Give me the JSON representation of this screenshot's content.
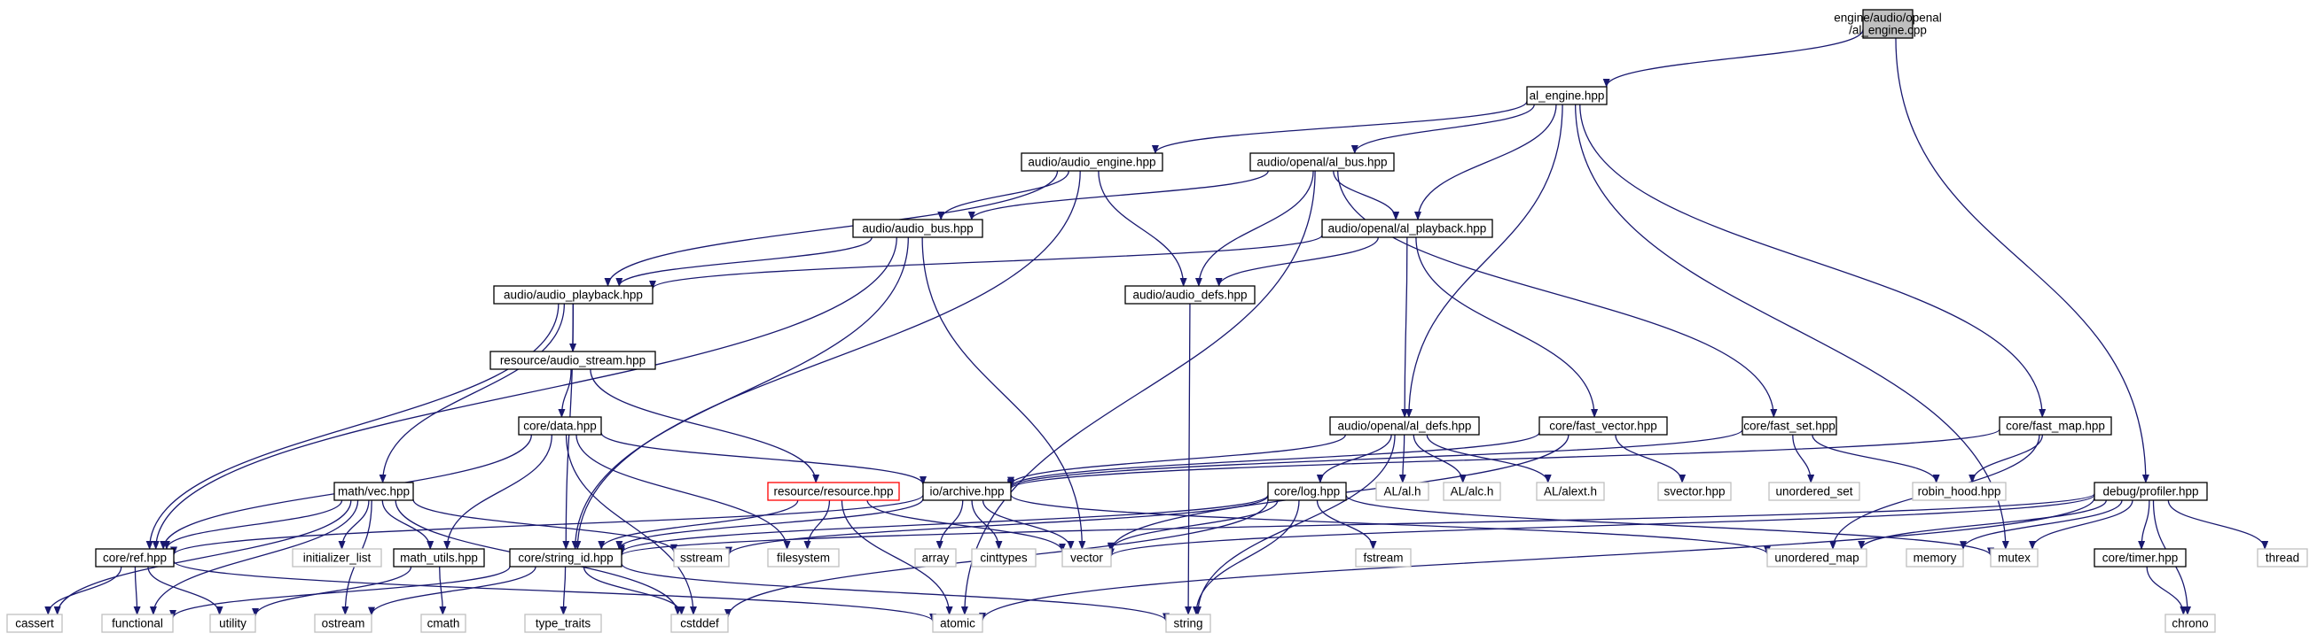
{
  "diagram": {
    "colors": {
      "edge": "#191970",
      "node_border": "#000000",
      "node_fill": "#ffffff",
      "root_fill": "#bfbfbf",
      "external_border": "#bfbfbf",
      "external_text": "#404040",
      "missing_border": "#ff0000",
      "text": "#000000"
    },
    "nodes": [
      {
        "id": "root",
        "lines": [
          "engine/audio/openal",
          "/al_engine.cpp"
        ],
        "kind": "root"
      },
      {
        "id": "al_engine",
        "lines": [
          "al_engine.hpp"
        ],
        "kind": "internal"
      },
      {
        "id": "audio_engine",
        "lines": [
          "audio/audio_engine.hpp"
        ],
        "kind": "internal"
      },
      {
        "id": "al_bus",
        "lines": [
          "audio/openal/al_bus.hpp"
        ],
        "kind": "internal"
      },
      {
        "id": "audio_bus",
        "lines": [
          "audio/audio_bus.hpp"
        ],
        "kind": "internal"
      },
      {
        "id": "al_playback",
        "lines": [
          "audio/openal/al_playback.hpp"
        ],
        "kind": "internal"
      },
      {
        "id": "audio_playback",
        "lines": [
          "audio/audio_playback.hpp"
        ],
        "kind": "internal"
      },
      {
        "id": "audio_defs",
        "lines": [
          "audio/audio_defs.hpp"
        ],
        "kind": "internal"
      },
      {
        "id": "audio_stream",
        "lines": [
          "resource/audio_stream.hpp"
        ],
        "kind": "internal"
      },
      {
        "id": "core_data",
        "lines": [
          "core/data.hpp"
        ],
        "kind": "internal"
      },
      {
        "id": "al_defs",
        "lines": [
          "audio/openal/al_defs.hpp"
        ],
        "kind": "internal"
      },
      {
        "id": "fast_vector",
        "lines": [
          "core/fast_vector.hpp"
        ],
        "kind": "internal"
      },
      {
        "id": "fast_set",
        "lines": [
          "core/fast_set.hpp"
        ],
        "kind": "internal"
      },
      {
        "id": "fast_map",
        "lines": [
          "core/fast_map.hpp"
        ],
        "kind": "internal"
      },
      {
        "id": "math_vec",
        "lines": [
          "math/vec.hpp"
        ],
        "kind": "internal"
      },
      {
        "id": "resource",
        "lines": [
          "resource/resource.hpp"
        ],
        "kind": "missing"
      },
      {
        "id": "io_archive",
        "lines": [
          "io/archive.hpp"
        ],
        "kind": "internal"
      },
      {
        "id": "al_h",
        "lines": [
          "AL/al.h"
        ],
        "kind": "external"
      },
      {
        "id": "alc_h",
        "lines": [
          "AL/alc.h"
        ],
        "kind": "external"
      },
      {
        "id": "alext_h",
        "lines": [
          "AL/alext.h"
        ],
        "kind": "external"
      },
      {
        "id": "svector",
        "lines": [
          "svector.hpp"
        ],
        "kind": "external"
      },
      {
        "id": "unordered_set",
        "lines": [
          "unordered_set"
        ],
        "kind": "external"
      },
      {
        "id": "robin_hood",
        "lines": [
          "robin_hood.hpp"
        ],
        "kind": "external"
      },
      {
        "id": "profiler",
        "lines": [
          "debug/profiler.hpp"
        ],
        "kind": "internal"
      },
      {
        "id": "core_log",
        "lines": [
          "core/log.hpp"
        ],
        "kind": "internal"
      },
      {
        "id": "core_ref",
        "lines": [
          "core/ref.hpp"
        ],
        "kind": "internal"
      },
      {
        "id": "initializer_list",
        "lines": [
          "initializer_list"
        ],
        "kind": "external"
      },
      {
        "id": "math_utils",
        "lines": [
          "math_utils.hpp"
        ],
        "kind": "internal"
      },
      {
        "id": "string_id",
        "lines": [
          "core/string_id.hpp"
        ],
        "kind": "internal"
      },
      {
        "id": "sstream",
        "lines": [
          "sstream"
        ],
        "kind": "external"
      },
      {
        "id": "filesystem",
        "lines": [
          "filesystem"
        ],
        "kind": "external"
      },
      {
        "id": "array",
        "lines": [
          "array"
        ],
        "kind": "external"
      },
      {
        "id": "cinttypes",
        "lines": [
          "cinttypes"
        ],
        "kind": "external"
      },
      {
        "id": "vector",
        "lines": [
          "vector"
        ],
        "kind": "external"
      },
      {
        "id": "fstream",
        "lines": [
          "fstream"
        ],
        "kind": "external"
      },
      {
        "id": "unordered_map",
        "lines": [
          "unordered_map"
        ],
        "kind": "external"
      },
      {
        "id": "memory",
        "lines": [
          "memory"
        ],
        "kind": "external"
      },
      {
        "id": "mutex",
        "lines": [
          "mutex"
        ],
        "kind": "external"
      },
      {
        "id": "thread",
        "lines": [
          "thread"
        ],
        "kind": "external"
      },
      {
        "id": "core_timer",
        "lines": [
          "core/timer.hpp"
        ],
        "kind": "internal"
      },
      {
        "id": "cassert",
        "lines": [
          "cassert"
        ],
        "kind": "external"
      },
      {
        "id": "functional",
        "lines": [
          "functional"
        ],
        "kind": "external"
      },
      {
        "id": "utility",
        "lines": [
          "utility"
        ],
        "kind": "external"
      },
      {
        "id": "ostream",
        "lines": [
          "ostream"
        ],
        "kind": "external"
      },
      {
        "id": "cmath",
        "lines": [
          "cmath"
        ],
        "kind": "external"
      },
      {
        "id": "type_traits",
        "lines": [
          "type_traits"
        ],
        "kind": "external"
      },
      {
        "id": "cstddef",
        "lines": [
          "cstddef"
        ],
        "kind": "external"
      },
      {
        "id": "atomic",
        "lines": [
          "atomic"
        ],
        "kind": "external"
      },
      {
        "id": "string",
        "lines": [
          "string"
        ],
        "kind": "external"
      },
      {
        "id": "chrono",
        "lines": [
          "chrono"
        ],
        "kind": "external"
      }
    ],
    "edges": [
      [
        "root",
        "al_engine"
      ],
      [
        "root",
        "profiler"
      ],
      [
        "al_engine",
        "audio_engine"
      ],
      [
        "al_engine",
        "al_bus"
      ],
      [
        "al_engine",
        "al_playback"
      ],
      [
        "al_engine",
        "al_defs"
      ],
      [
        "al_engine",
        "fast_map"
      ],
      [
        "al_engine",
        "mutex"
      ],
      [
        "audio_engine",
        "audio_bus"
      ],
      [
        "audio_engine",
        "audio_playback"
      ],
      [
        "audio_engine",
        "audio_defs"
      ],
      [
        "audio_engine",
        "string_id"
      ],
      [
        "al_bus",
        "audio_bus"
      ],
      [
        "al_bus",
        "al_playback"
      ],
      [
        "al_bus",
        "audio_defs"
      ],
      [
        "al_bus",
        "fast_set"
      ],
      [
        "al_bus",
        "atomic"
      ],
      [
        "audio_bus",
        "audio_playback"
      ],
      [
        "audio_bus",
        "core_ref"
      ],
      [
        "audio_bus",
        "string_id"
      ],
      [
        "audio_bus",
        "vector"
      ],
      [
        "al_playback",
        "audio_playback"
      ],
      [
        "al_playback",
        "audio_defs"
      ],
      [
        "al_playback",
        "al_defs"
      ],
      [
        "al_playback",
        "fast_vector"
      ],
      [
        "audio_playback",
        "audio_stream"
      ],
      [
        "audio_playback",
        "math_vec"
      ],
      [
        "audio_playback",
        "core_ref"
      ],
      [
        "audio_playback",
        "string_id"
      ],
      [
        "audio_defs",
        "string"
      ],
      [
        "audio_stream",
        "core_data"
      ],
      [
        "audio_stream",
        "resource"
      ],
      [
        "core_data",
        "io_archive"
      ],
      [
        "core_data",
        "core_ref"
      ],
      [
        "core_data",
        "math_utils"
      ],
      [
        "core_data",
        "filesystem"
      ],
      [
        "core_data",
        "cstddef"
      ],
      [
        "al_defs",
        "io_archive"
      ],
      [
        "al_defs",
        "core_log"
      ],
      [
        "al_defs",
        "al_h"
      ],
      [
        "al_defs",
        "alc_h"
      ],
      [
        "al_defs",
        "alext_h"
      ],
      [
        "al_defs",
        "string"
      ],
      [
        "fast_vector",
        "io_archive"
      ],
      [
        "fast_vector",
        "svector"
      ],
      [
        "fast_vector",
        "vector"
      ],
      [
        "fast_set",
        "io_archive"
      ],
      [
        "fast_set",
        "unordered_set"
      ],
      [
        "fast_set",
        "robin_hood"
      ],
      [
        "fast_map",
        "io_archive"
      ],
      [
        "fast_map",
        "robin_hood"
      ],
      [
        "fast_map",
        "unordered_map"
      ],
      [
        "math_vec",
        "core_ref"
      ],
      [
        "math_vec",
        "initializer_list"
      ],
      [
        "math_vec",
        "math_utils"
      ],
      [
        "math_vec",
        "sstream"
      ],
      [
        "math_vec",
        "cassert"
      ],
      [
        "math_vec",
        "functional"
      ],
      [
        "math_vec",
        "ostream"
      ],
      [
        "math_vec",
        "cstddef"
      ],
      [
        "resource",
        "string_id"
      ],
      [
        "resource",
        "filesystem"
      ],
      [
        "resource",
        "vector"
      ],
      [
        "resource",
        "atomic"
      ],
      [
        "io_archive",
        "string_id"
      ],
      [
        "io_archive",
        "array"
      ],
      [
        "io_archive",
        "cinttypes"
      ],
      [
        "io_archive",
        "vector"
      ],
      [
        "io_archive",
        "unordered_map"
      ],
      [
        "io_archive",
        "core_ref"
      ],
      [
        "core_log",
        "string_id"
      ],
      [
        "core_log",
        "sstream"
      ],
      [
        "core_log",
        "fstream"
      ],
      [
        "core_log",
        "vector"
      ],
      [
        "core_log",
        "mutex"
      ],
      [
        "core_log",
        "string"
      ],
      [
        "core_log",
        "cstddef"
      ],
      [
        "profiler",
        "string_id"
      ],
      [
        "profiler",
        "unordered_map"
      ],
      [
        "profiler",
        "memory"
      ],
      [
        "profiler",
        "mutex"
      ],
      [
        "profiler",
        "thread"
      ],
      [
        "profiler",
        "core_timer"
      ],
      [
        "profiler",
        "chrono"
      ],
      [
        "profiler",
        "atomic"
      ],
      [
        "profiler",
        "vector"
      ],
      [
        "core_ref",
        "cassert"
      ],
      [
        "core_ref",
        "functional"
      ],
      [
        "core_ref",
        "utility"
      ],
      [
        "core_ref",
        "atomic"
      ],
      [
        "math_utils",
        "utility"
      ],
      [
        "math_utils",
        "cmath"
      ],
      [
        "string_id",
        "functional"
      ],
      [
        "string_id",
        "ostream"
      ],
      [
        "string_id",
        "type_traits"
      ],
      [
        "string_id",
        "cstddef"
      ],
      [
        "string_id",
        "string"
      ],
      [
        "core_timer",
        "chrono"
      ]
    ]
  }
}
